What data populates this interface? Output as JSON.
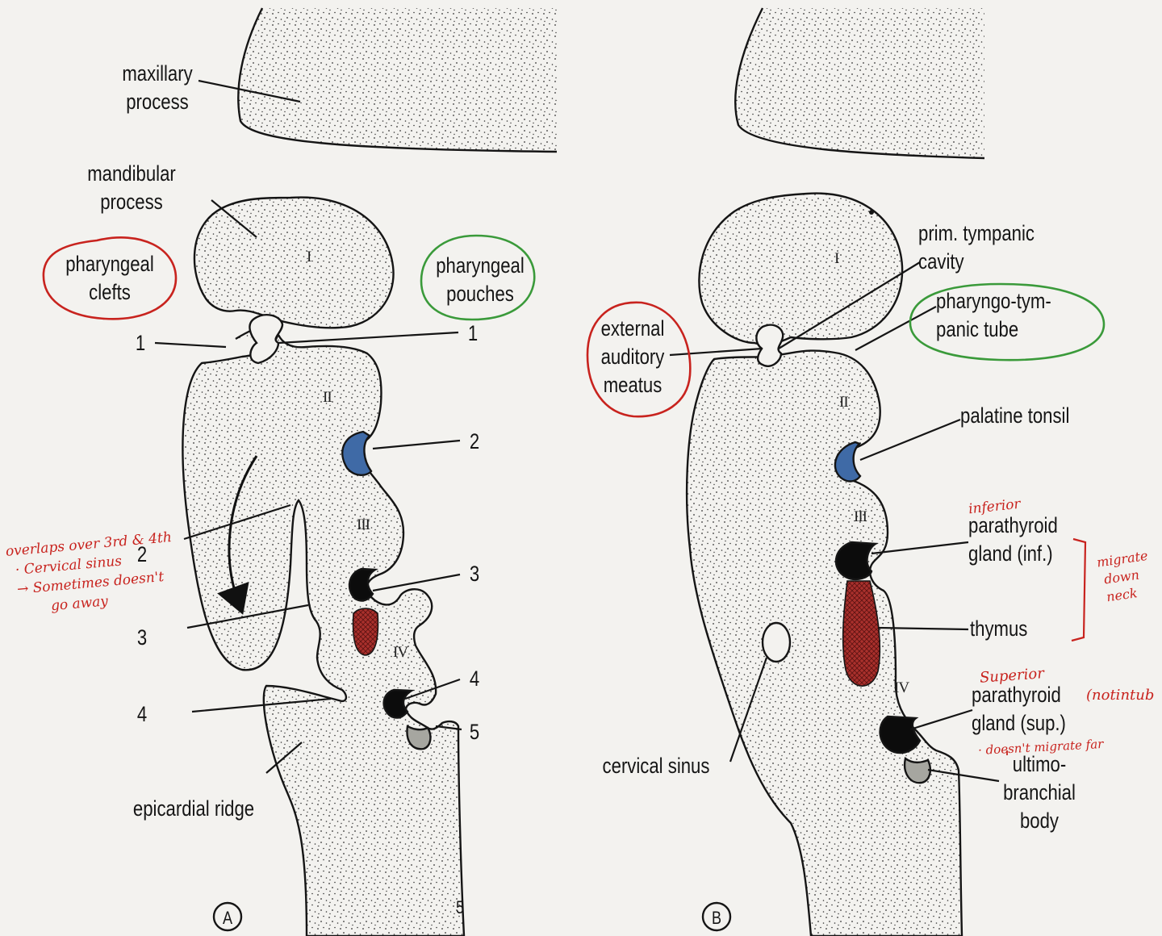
{
  "panel_a": {
    "panel_letter": "A",
    "labels": {
      "maxillary_process": [
        "maxillary",
        "process"
      ],
      "mandibular_process": [
        "mandibular",
        "process"
      ],
      "pharyngeal_clefts": [
        "pharyngeal",
        "clefts"
      ],
      "pharyngeal_pouches": [
        "pharyngeal",
        "pouches"
      ],
      "epicardial_ridge": "epicardial ridge"
    },
    "arches": [
      "I",
      "II",
      "III",
      "IV"
    ],
    "cleft_numbers": [
      "1",
      "2",
      "3",
      "4"
    ],
    "pouch_numbers": [
      "1",
      "2",
      "3",
      "4",
      "5"
    ],
    "margin_mark": "5"
  },
  "panel_b": {
    "panel_letter": "B",
    "labels": {
      "prim_tympanic_cavity": [
        "prim. tympanic",
        "cavity"
      ],
      "pharyngo_tympanic_tube": [
        "pharyngo-tym-",
        "panic tube"
      ],
      "external_auditory_meatus": [
        "external",
        "auditory",
        "meatus"
      ],
      "palatine_tonsil": "palatine tonsil",
      "parathyroid_inf": [
        "parathyroid",
        "gland (inf.)"
      ],
      "thymus": "thymus",
      "parathyroid_sup": [
        "parathyroid",
        "gland (sup.)"
      ],
      "ultimobranchial_body": [
        "ultimo-",
        "branchial",
        "body"
      ],
      "cervical_sinus": "cervical sinus"
    },
    "arches": [
      "I",
      "II",
      "III",
      "IV"
    ]
  },
  "handwritten_notes": {
    "overlaps": [
      "overlaps over 3rd & 4th",
      "· Cervical sinus",
      "→ Sometimes doesn't",
      "go away"
    ],
    "inferior": "inferior",
    "superior": "Superior",
    "migrate": [
      "migrate",
      "down",
      "neck"
    ],
    "not_intubated": "(notintub",
    "doesnt_migrate": "· doesn't migrate far"
  },
  "colors": {
    "ink": "#151515",
    "stipple_fill": "#f3f2ef",
    "pouch_blue": "#3f6aa6",
    "pouch_black": "#0c0c0c",
    "thymus_red": "#a9302c",
    "ultimo_grey": "#a6a6a0",
    "note_red": "#c8231e",
    "circle_green": "#3a9a3a"
  }
}
